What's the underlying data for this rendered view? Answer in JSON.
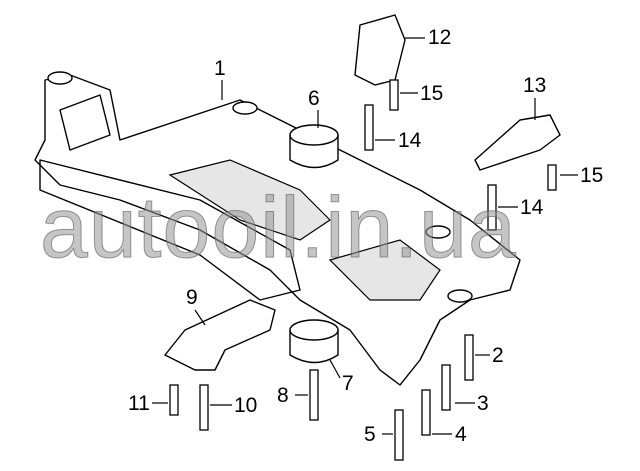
{
  "diagram": {
    "watermark": "autooil.in.ua",
    "callouts": [
      {
        "id": "c1",
        "text": "1"
      },
      {
        "id": "c12",
        "text": "12"
      },
      {
        "id": "c15a",
        "text": "15"
      },
      {
        "id": "c6",
        "text": "6"
      },
      {
        "id": "c14a",
        "text": "14"
      },
      {
        "id": "c13",
        "text": "13"
      },
      {
        "id": "c15b",
        "text": "15"
      },
      {
        "id": "c14b",
        "text": "14"
      },
      {
        "id": "c9",
        "text": "9"
      },
      {
        "id": "c2",
        "text": "2"
      },
      {
        "id": "c7",
        "text": "7"
      },
      {
        "id": "c8",
        "text": "8"
      },
      {
        "id": "c11",
        "text": "11"
      },
      {
        "id": "c10",
        "text": "10"
      },
      {
        "id": "c3",
        "text": "3"
      },
      {
        "id": "c5",
        "text": "5"
      },
      {
        "id": "c4",
        "text": "4"
      }
    ]
  }
}
